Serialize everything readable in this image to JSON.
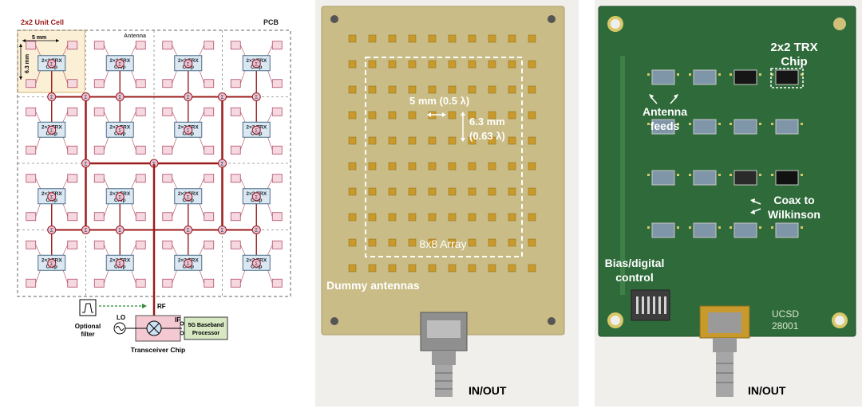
{
  "diagram": {
    "unit_cell_label": "2x2 Unit Cell",
    "pcb_label": "PCB",
    "antenna_label": "Antenna",
    "dim_width": "5 mm",
    "dim_height": "6.3 mm",
    "chip_line1": "2×2 TRX",
    "chip_line2": "Chip",
    "rf_label": "RF",
    "lo_label": "LO",
    "if_label": "IF",
    "filter_label_1": "Optional",
    "filter_label_2": "filter",
    "baseband_line1": "5G Baseband",
    "baseband_line2": "Processor",
    "transceiver_label": "Transceiver Chip",
    "sigma": "Σ",
    "colors": {
      "feed": "#9b1b1b",
      "chip_fill": "#dbe7f1",
      "chip_stroke": "#4a6f8a",
      "patch_fill": "#f6d9e0",
      "patch_stroke": "#b04a64",
      "unit_cell_bg": "#fbefd6",
      "baseband_fill": "#d7e8c3"
    }
  },
  "front_photo": {
    "spacing_h": "5 mm (0.5 λ)",
    "spacing_v1": "6.3 mm",
    "spacing_v2": "(0.63 λ)",
    "array_label": "8x8 Array",
    "dummy_label": "Dummy antennas",
    "io_label": "IN/OUT",
    "colors": {
      "board": "#c9bc86",
      "pad": "#c99a2a"
    }
  },
  "back_photo": {
    "trx_line1": "2x2 TRX",
    "trx_line2": "Chip",
    "feeds_line1": "Antenna",
    "feeds_line2": "feeds",
    "coax_line1": "Coax to",
    "coax_line2": "Wilkinson",
    "bias_line1": "Bias/digital",
    "bias_line2": "control",
    "ucsd_line1": "UCSD",
    "ucsd_line2": "28001",
    "io_label": "IN/OUT",
    "colors": {
      "board": "#2f6b3a"
    }
  }
}
